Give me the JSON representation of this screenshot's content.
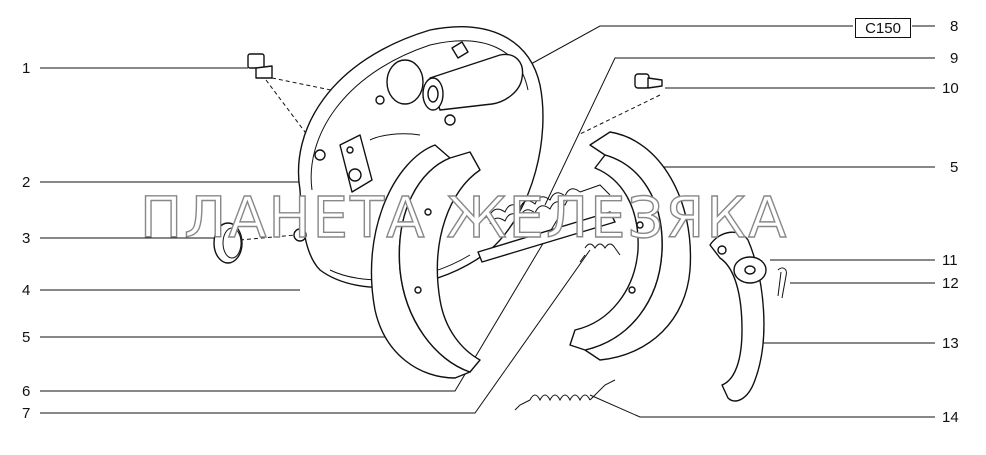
{
  "diagram": {
    "code_box": "C150",
    "watermark": "ПЛАНЕТА ЖЕЛЕЗЯКА",
    "callouts_left": [
      "1",
      "2",
      "3",
      "4",
      "5",
      "6",
      "7"
    ],
    "callouts_right": [
      "8",
      "9",
      "10",
      "5",
      "11",
      "12",
      "13",
      "14"
    ]
  }
}
